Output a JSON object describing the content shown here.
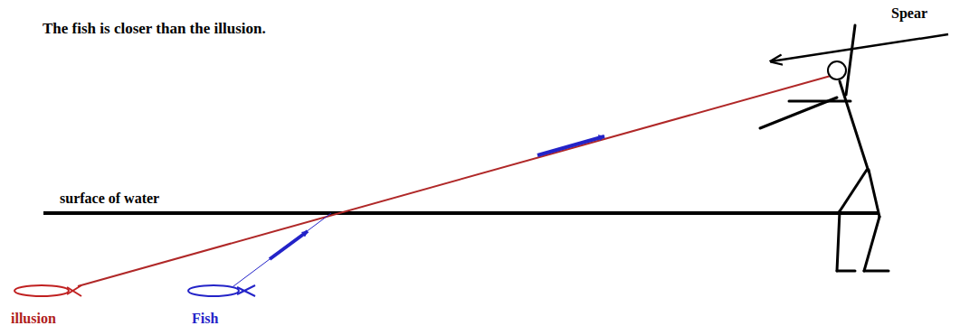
{
  "diagram": {
    "title": "The fish is closer than the illusion.",
    "labels": [
      "Spear",
      "surface of water",
      "illusion",
      "Fish"
    ]
  }
}
